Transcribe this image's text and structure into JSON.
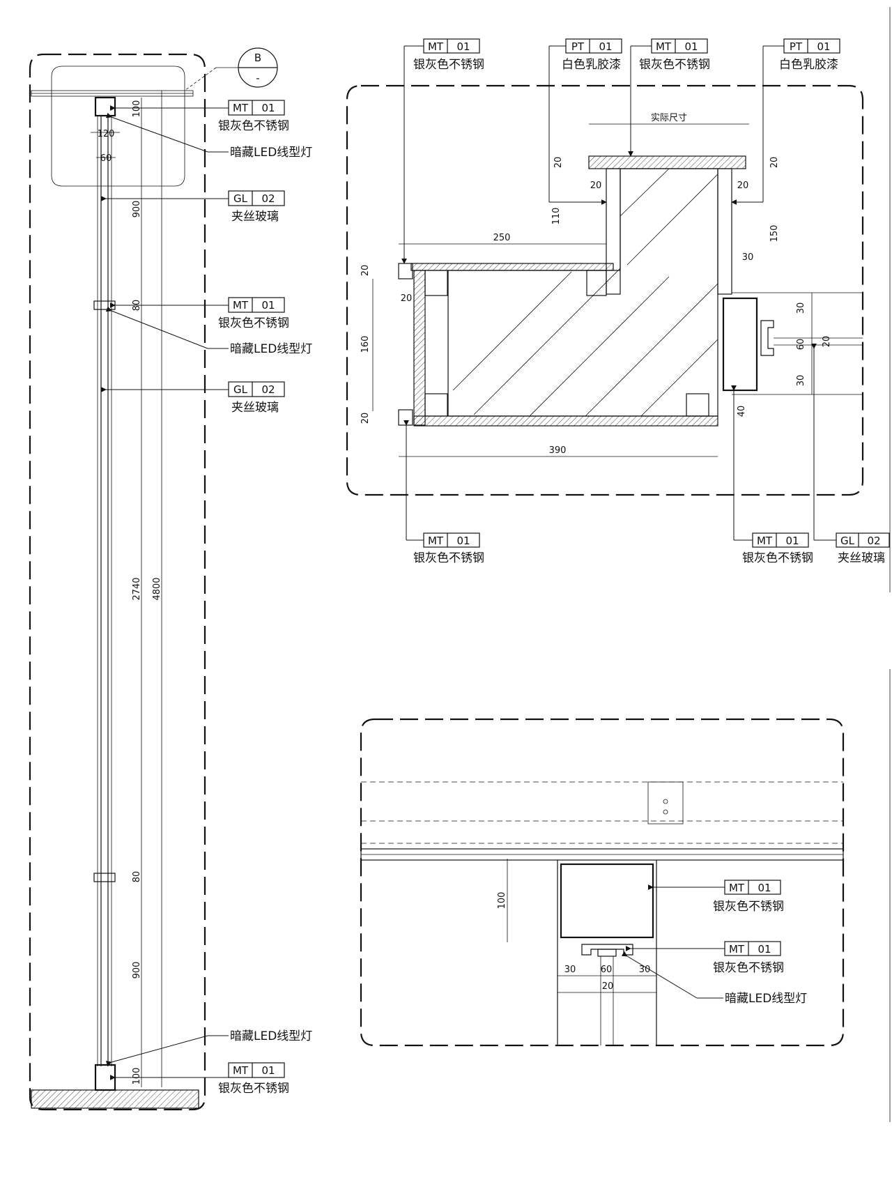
{
  "materials": {
    "mt01": {
      "code": "MT",
      "num": "01",
      "name": "银灰色不锈钢"
    },
    "pt01": {
      "code": "PT",
      "num": "01",
      "name": "白色乳胶漆"
    },
    "gl02": {
      "code": "GL",
      "num": "02",
      "name": "夹丝玻璃"
    },
    "led": {
      "name": "暗藏LED线型灯"
    }
  },
  "section_marker": {
    "letter": "B",
    "sub": "-"
  },
  "elevation": {
    "dims": {
      "d100_top": "100",
      "d120": "120",
      "d60": "60",
      "d900_top": "900",
      "d80_upper": "80",
      "d2740": "2740",
      "d4800": "4800",
      "d80_lower": "80",
      "d900_bottom": "900",
      "d100_bottom": "100"
    }
  },
  "plan_detail": {
    "dims": {
      "actual": "实际尺寸",
      "d20_top": "20",
      "d20_left_inner": "20",
      "d20_right_inner": "20",
      "d20_right": "20",
      "d110": "110",
      "d150": "150",
      "d250": "250",
      "d30_a": "30",
      "d20_upper": "20",
      "d20_mid": "20",
      "d160": "160",
      "d20_lower": "20",
      "d30_b": "30",
      "d60": "60",
      "d20_c": "20",
      "d30_c": "30",
      "d40": "40",
      "d390": "390"
    }
  },
  "top_detail": {
    "dims": {
      "d100": "100",
      "d30_l": "30",
      "d60": "60",
      "d30_r": "30",
      "d20": "20"
    }
  }
}
